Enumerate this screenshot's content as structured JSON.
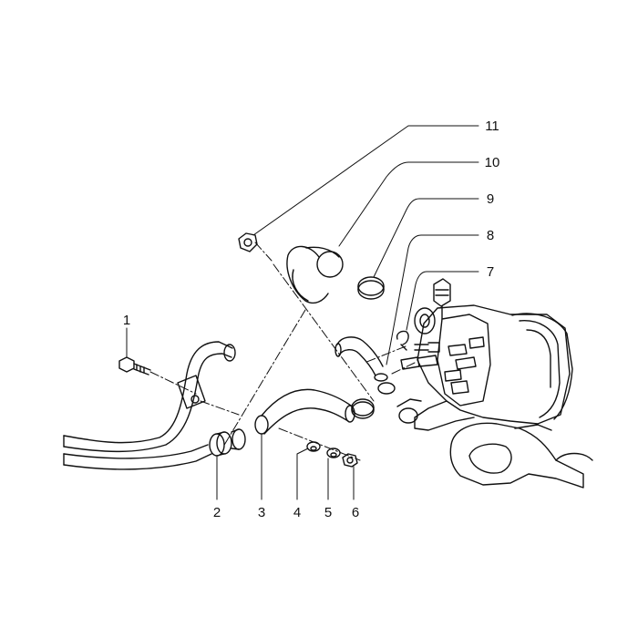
{
  "diagram": {
    "callouts": [
      {
        "id": "c1",
        "text": "1"
      },
      {
        "id": "c2",
        "text": "2"
      },
      {
        "id": "c3",
        "text": "3"
      },
      {
        "id": "c4",
        "text": "4"
      },
      {
        "id": "c5",
        "text": "5"
      },
      {
        "id": "c6",
        "text": "6"
      },
      {
        "id": "c7",
        "text": "7"
      },
      {
        "id": "c8",
        "text": "8"
      },
      {
        "id": "c9",
        "text": "9"
      },
      {
        "id": "c10",
        "text": "10"
      },
      {
        "id": "c11",
        "text": "11"
      }
    ]
  },
  "colors": {
    "ink": "#111111",
    "background": "#ffffff"
  }
}
